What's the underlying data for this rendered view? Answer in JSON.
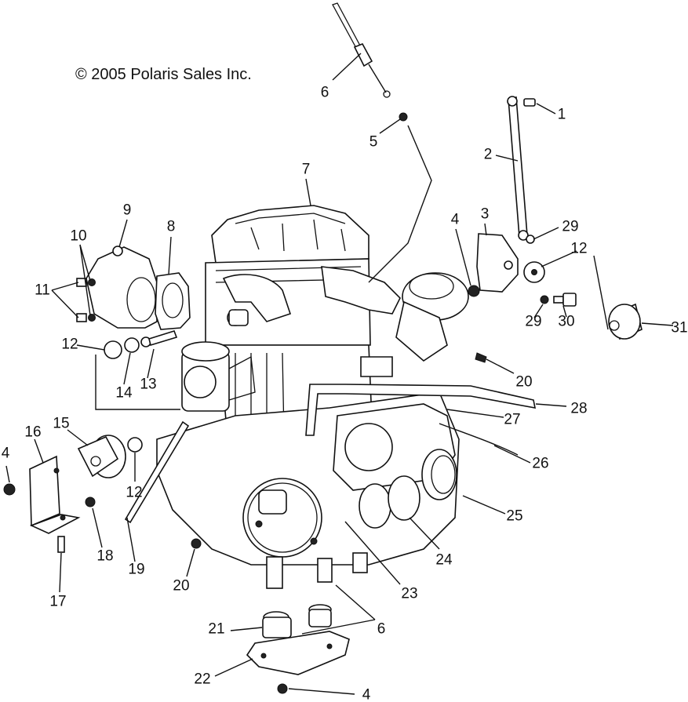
{
  "copyright": "© 2005 Polaris Sales Inc.",
  "callouts": [
    {
      "id": "c6a",
      "text": "6"
    },
    {
      "id": "c5",
      "text": "5"
    },
    {
      "id": "c1",
      "text": "1"
    },
    {
      "id": "c2",
      "text": "2"
    },
    {
      "id": "c7",
      "text": "7"
    },
    {
      "id": "c9",
      "text": "9"
    },
    {
      "id": "c8",
      "text": "8"
    },
    {
      "id": "c10",
      "text": "10"
    },
    {
      "id": "c11",
      "text": "11"
    },
    {
      "id": "c3",
      "text": "3"
    },
    {
      "id": "c4a",
      "text": "4"
    },
    {
      "id": "c29a",
      "text": "29"
    },
    {
      "id": "c12a",
      "text": "12"
    },
    {
      "id": "c12b",
      "text": "12"
    },
    {
      "id": "c14",
      "text": "14"
    },
    {
      "id": "c13",
      "text": "13"
    },
    {
      "id": "c29b",
      "text": "29"
    },
    {
      "id": "c30",
      "text": "30"
    },
    {
      "id": "c31",
      "text": "31"
    },
    {
      "id": "c20a",
      "text": "20"
    },
    {
      "id": "c28",
      "text": "28"
    },
    {
      "id": "c27",
      "text": "27"
    },
    {
      "id": "c16",
      "text": "16"
    },
    {
      "id": "c15",
      "text": "15"
    },
    {
      "id": "c4b",
      "text": "4"
    },
    {
      "id": "c12c",
      "text": "12"
    },
    {
      "id": "c26",
      "text": "26"
    },
    {
      "id": "c25",
      "text": "25"
    },
    {
      "id": "c18",
      "text": "18"
    },
    {
      "id": "c19",
      "text": "19"
    },
    {
      "id": "c24",
      "text": "24"
    },
    {
      "id": "c20b",
      "text": "20"
    },
    {
      "id": "c17",
      "text": "17"
    },
    {
      "id": "c23",
      "text": "23"
    },
    {
      "id": "c21",
      "text": "21"
    },
    {
      "id": "c6b",
      "text": "6"
    },
    {
      "id": "c22",
      "text": "22"
    },
    {
      "id": "c4c",
      "text": "4"
    }
  ]
}
